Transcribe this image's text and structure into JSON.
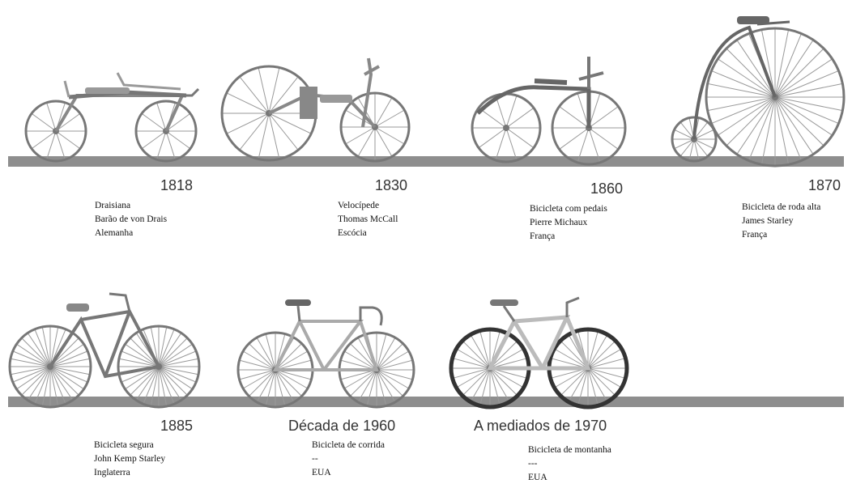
{
  "bikes": [
    {
      "year": "1818",
      "lines": [
        "Draisiana",
        "Barão de von Drais",
        "Alemanha"
      ]
    },
    {
      "year": "1830",
      "lines": [
        "Velocípede",
        "Thomas McCall",
        "Escócia"
      ]
    },
    {
      "year": "1860",
      "lines": [
        "Bicicleta com pedais",
        "Pierre Michaux",
        "França"
      ]
    },
    {
      "year": "1870",
      "lines": [
        "Bicicleta de roda alta",
        "James Starley",
        "França"
      ]
    },
    {
      "year": "1885",
      "lines": [
        "Bicicleta segura",
        "John Kemp Starley",
        "Inglaterra"
      ]
    },
    {
      "year": "Década de 1960",
      "lines": [
        "Bicicleta de corrida",
        "--",
        "EUA"
      ]
    },
    {
      "year": "A mediados de 1970",
      "lines": [
        "Bicicleta de montanha",
        "---",
        "EUA"
      ]
    }
  ]
}
